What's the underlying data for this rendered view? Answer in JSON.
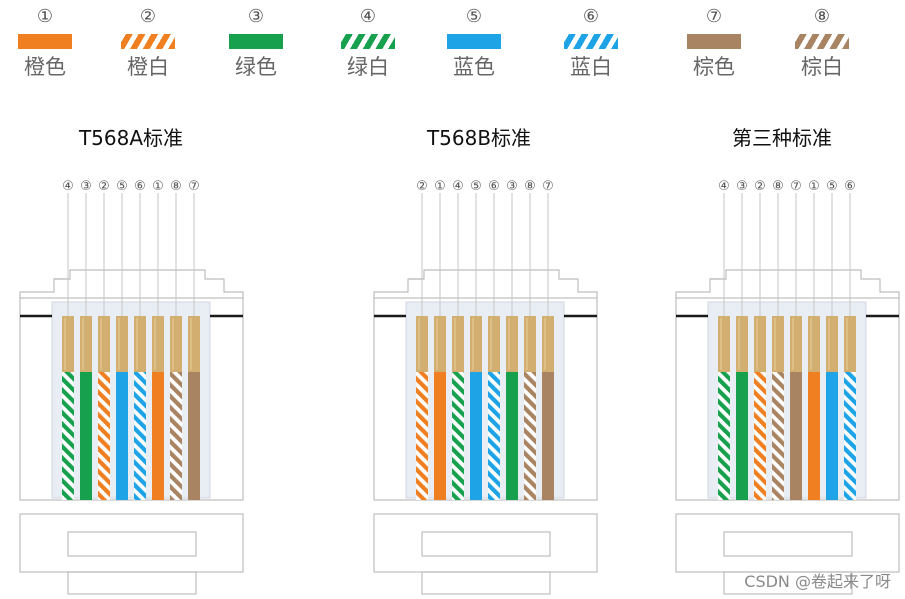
{
  "colors": {
    "orange": "#F07F22",
    "green": "#17A04E",
    "blue": "#1EA3E6",
    "brown": "#A98463",
    "white": "#FFFFFF",
    "copper": "#D2AE70",
    "connector_line": "#C6C6C6",
    "cable_black": "#1a1a1a"
  },
  "legend": [
    {
      "num": "①",
      "label": "橙色",
      "color": "orange",
      "striped": false
    },
    {
      "num": "②",
      "label": "橙白",
      "color": "orange",
      "striped": true
    },
    {
      "num": "③",
      "label": "绿色",
      "color": "green",
      "striped": false
    },
    {
      "num": "④",
      "label": "绿白",
      "color": "green",
      "striped": true
    },
    {
      "num": "⑤",
      "label": "蓝色",
      "color": "blue",
      "striped": false
    },
    {
      "num": "⑥",
      "label": "蓝白",
      "color": "blue",
      "striped": true
    },
    {
      "num": "⑦",
      "label": "棕色",
      "color": "brown",
      "striped": false
    },
    {
      "num": "⑧",
      "label": "棕白",
      "color": "brown",
      "striped": true
    }
  ],
  "standards": [
    {
      "title": "T568A标准",
      "order": [
        "④",
        "③",
        "②",
        "⑤",
        "⑥",
        "①",
        "⑧",
        "⑦"
      ]
    },
    {
      "title": "T568B标准",
      "order": [
        "②",
        "①",
        "④",
        "⑤",
        "⑥",
        "③",
        "⑧",
        "⑦"
      ]
    },
    {
      "title": "第三种标准",
      "order": [
        "④",
        "③",
        "②",
        "⑧",
        "⑦",
        "①",
        "⑤",
        "⑥"
      ]
    }
  ],
  "watermark": "CSDN @卷起来了呀"
}
